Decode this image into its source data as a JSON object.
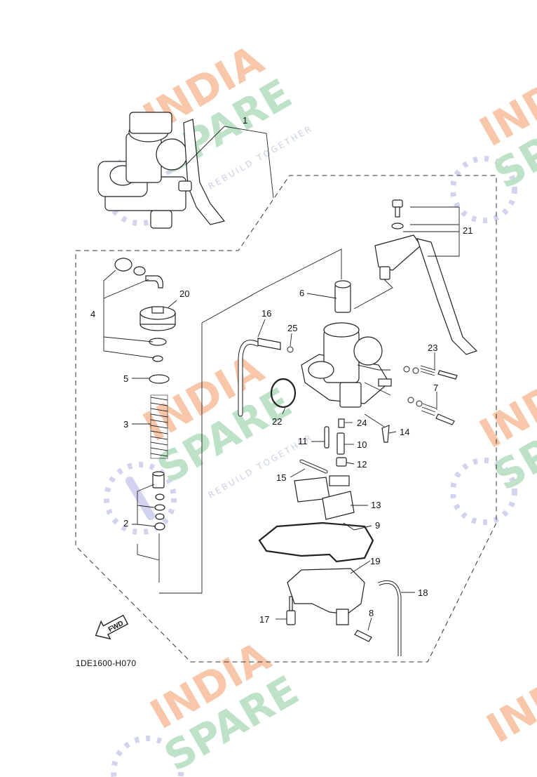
{
  "diagram_code": "1DE1600-H070",
  "fwd_arrow_label": "FWD",
  "watermark": {
    "line1": "INDIA",
    "line2": "SPARE",
    "tagline": "REBUILD TOGETHER"
  },
  "colors": {
    "watermark_orange": "#f6b48e",
    "watermark_green": "#a9d9b5",
    "watermark_blue": "#c3c4ea",
    "lines": "#222222"
  },
  "callouts": [
    "1",
    "2",
    "3",
    "4",
    "5",
    "6",
    "7",
    "8",
    "9",
    "10",
    "11",
    "12",
    "13",
    "14",
    "15",
    "16",
    "17",
    "18",
    "19",
    "20",
    "21",
    "22",
    "23",
    "24",
    "25"
  ]
}
